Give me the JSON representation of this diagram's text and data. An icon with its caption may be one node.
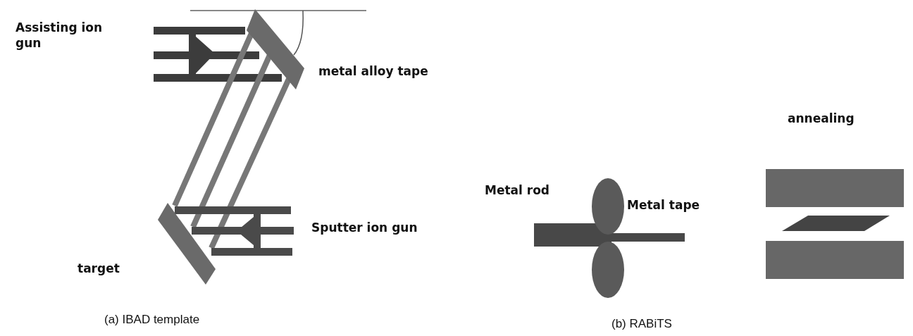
{
  "diagram": {
    "labels": [
      "Assisting ion gun",
      "metal alloy tape",
      "annealing",
      "Metal rod",
      "Metal tape",
      "Sputter ion gun",
      "target",
      "(a)  IBAD  template",
      "(b)  RABiTS"
    ]
  }
}
